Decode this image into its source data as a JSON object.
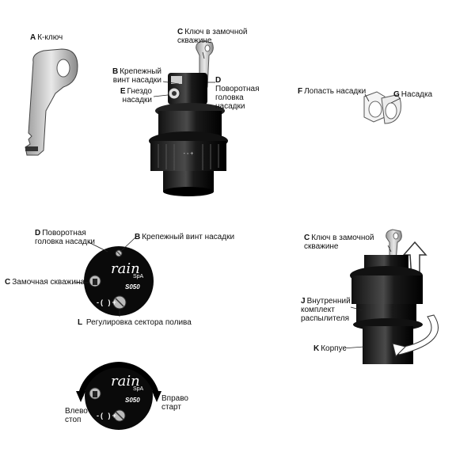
{
  "callouts": {
    "a": {
      "letter": "A",
      "text": "К-ключ"
    },
    "c1": {
      "letter": "C",
      "text1": "Ключ в замочной",
      "text2": "скважине"
    },
    "b1": {
      "letter": "B",
      "text1": "Крепежный",
      "text2": "винт насадки"
    },
    "e": {
      "letter": "E",
      "text1": "Гнездо",
      "text2": "насадки"
    },
    "d1": {
      "letter": "D",
      "text1": "Поворотная",
      "text2": "головка",
      "text3": "насадки"
    },
    "f": {
      "letter": "F",
      "text": "Лопасть насадки"
    },
    "g": {
      "letter": "G",
      "text": "Насадка"
    },
    "d2": {
      "letter": "D",
      "text1": "Поворотная",
      "text2": "головка насадки"
    },
    "b2": {
      "letter": "B",
      "text": "Крепежный винт насадки"
    },
    "c2": {
      "letter": "C",
      "text": "Замочная скважина"
    },
    "l": {
      "letter": "L",
      "text": "Регулировка сектора полива"
    },
    "c3": {
      "letter": "C",
      "text1": "Ключ в замочной",
      "text2": "скважине"
    },
    "j": {
      "letter": "J",
      "text1": "Внутренний",
      "text2": "комплект",
      "text3": "распылителя"
    },
    "k": {
      "letter": "K",
      "text": "Корпус"
    }
  },
  "dial": {
    "brand": "rain",
    "suffix": "SpA",
    "model": "S050",
    "adjust": "-(  )+"
  },
  "direction": {
    "left1": "Влево",
    "left2": "стоп",
    "right1": "Вправо",
    "right2": "старт"
  }
}
